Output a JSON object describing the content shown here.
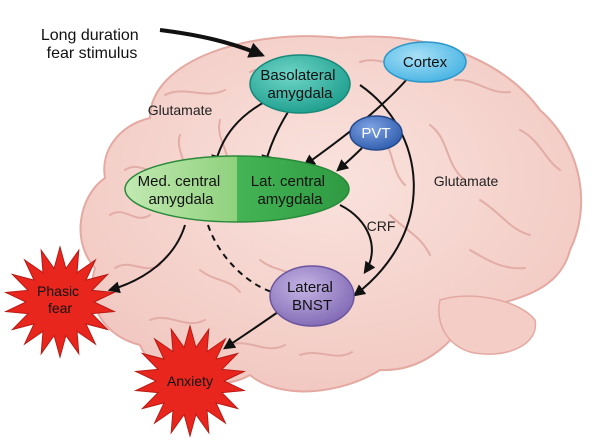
{
  "stimulus": {
    "line1": "Long duration",
    "line2": "fear stimulus"
  },
  "nodes": {
    "basolateral_amygdala": {
      "line1": "Basolateral",
      "line2": "amygdala",
      "fill": "#2bb5a5"
    },
    "cortex": {
      "label": "Cortex",
      "fill": "#6cc8ef"
    },
    "pvt": {
      "label": "PVT",
      "fill": "#3d6fc0"
    },
    "med_central_amygdala": {
      "line1": "Med. central",
      "line2": "amygdala",
      "fill": "#a7dc96"
    },
    "lat_central_amygdala": {
      "line1": "Lat. central",
      "line2": "amygdala",
      "fill": "#3fae4e"
    },
    "lateral_bnst": {
      "line1": "Lateral",
      "line2": "BNST",
      "fill": "#9a84c4"
    }
  },
  "edge_labels": {
    "glutamate_left": "Glutamate",
    "glutamate_right": "Glutamate",
    "crf": "CRF"
  },
  "outcomes": {
    "phasic_fear": {
      "line1": "Phasic",
      "line2": "fear",
      "fill": "#e8261e"
    },
    "anxiety": {
      "label": "Anxiety",
      "fill": "#e8261e"
    }
  },
  "colors": {
    "brain": "#f6d5cf",
    "brain_outline": "#e4a9a1",
    "brain_fold": "#e2ada6",
    "arrow": "#111111"
  }
}
